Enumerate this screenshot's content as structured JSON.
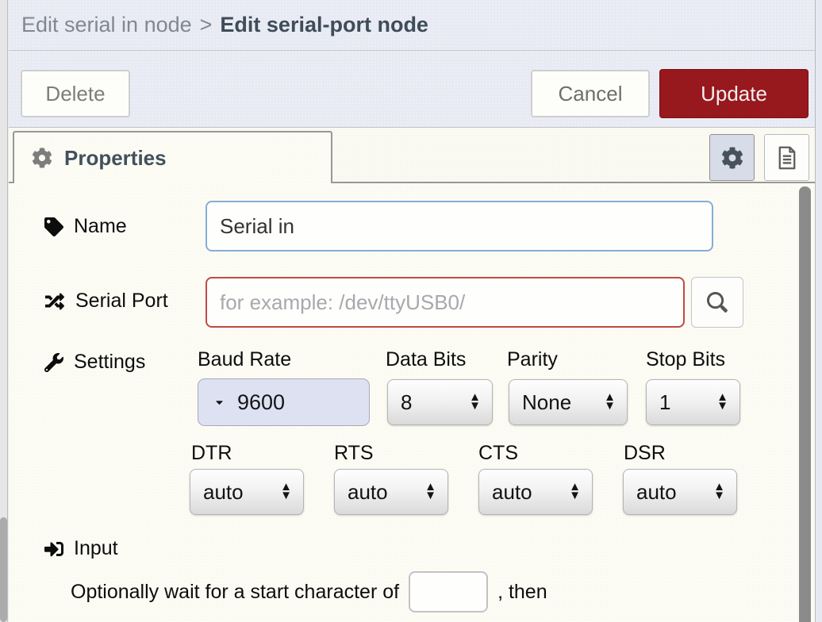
{
  "breadcrumb": {
    "parent": "Edit serial in node",
    "separator": ">",
    "current": "Edit serial-port node"
  },
  "toolbar": {
    "delete_label": "Delete",
    "cancel_label": "Cancel",
    "update_label": "Update"
  },
  "tabs": {
    "properties_label": "Properties"
  },
  "icons": [
    "gear-icon",
    "document-icon",
    "tag-icon",
    "random-icon",
    "wrench-icon",
    "sign-in-icon",
    "search-icon",
    "caret-down-icon",
    "select-arrows-icon"
  ],
  "fields": {
    "name": {
      "label": "Name",
      "value": "Serial in"
    },
    "serial_port": {
      "label": "Serial Port",
      "placeholder": "for example: /dev/ttyUSB0/"
    },
    "settings": {
      "label": "Settings",
      "baud_rate": {
        "label": "Baud Rate",
        "value": "9600"
      },
      "data_bits": {
        "label": "Data Bits",
        "value": "8"
      },
      "parity": {
        "label": "Parity",
        "value": "None"
      },
      "stop_bits": {
        "label": "Stop Bits",
        "value": "1"
      },
      "dtr": {
        "label": "DTR",
        "value": "auto"
      },
      "rts": {
        "label": "RTS",
        "value": "auto"
      },
      "cts": {
        "label": "CTS",
        "value": "auto"
      },
      "dsr": {
        "label": "DSR",
        "value": "auto"
      }
    },
    "input": {
      "label": "Input",
      "wait_text_before": "Optionally wait for a start character of",
      "wait_text_after": ", then",
      "start_char_value": ""
    }
  },
  "arrows": {
    "up": "▲",
    "down": "▼",
    "caret": "▼"
  },
  "colors": {
    "accent_red": "#97181d",
    "focus_blue": "#84aed6",
    "error_red": "#bf4a44",
    "header_bg": "#e8eaf3",
    "content_bg": "#fcfcf5",
    "dropdown_bg": "#dde1f1",
    "heading_text": "#3f4c59",
    "muted_text": "#82878f"
  }
}
